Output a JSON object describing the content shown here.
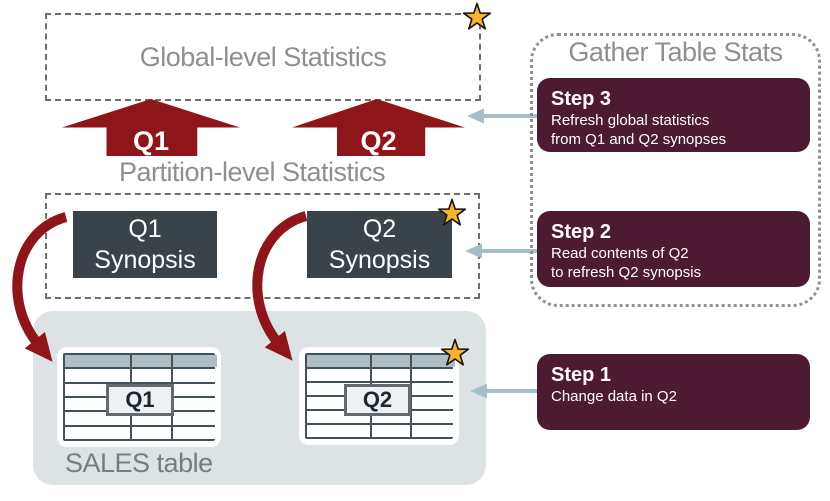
{
  "colors": {
    "arrow_red": "#8e1519",
    "step_wine": "#4c1b31",
    "synopsis_slate": "#3a434a",
    "table_header": "#acbec8",
    "sales_gray": "#dde2e5",
    "connector_blue": "#a6bdca",
    "star_gold": "#f6b32f",
    "title_gray": "#8c9092"
  },
  "global_box": {
    "label": "Global-level Statistics"
  },
  "up_arrows": [
    {
      "label": "Q1"
    },
    {
      "label": "Q2"
    }
  ],
  "partition_label": "Partition-level Statistics",
  "synopsis_boxes": [
    {
      "line1": "Q1",
      "line2": "Synopsis"
    },
    {
      "line1": "Q2",
      "line2": "Synopsis"
    }
  ],
  "sales": {
    "caption": "SALES table",
    "tables": [
      {
        "label": "Q1"
      },
      {
        "label": "Q2"
      }
    ]
  },
  "panel": {
    "title": "Gather Table Stats",
    "steps": [
      {
        "title": "Step 3",
        "lines": [
          "Refresh global statistics",
          "from Q1 and Q2 synopses"
        ]
      },
      {
        "title": "Step 2",
        "lines": [
          "Read contents of Q2",
          "to refresh Q2 synopsis"
        ]
      },
      {
        "title": "Step 1",
        "lines": [
          "Change data in Q2"
        ]
      }
    ]
  }
}
